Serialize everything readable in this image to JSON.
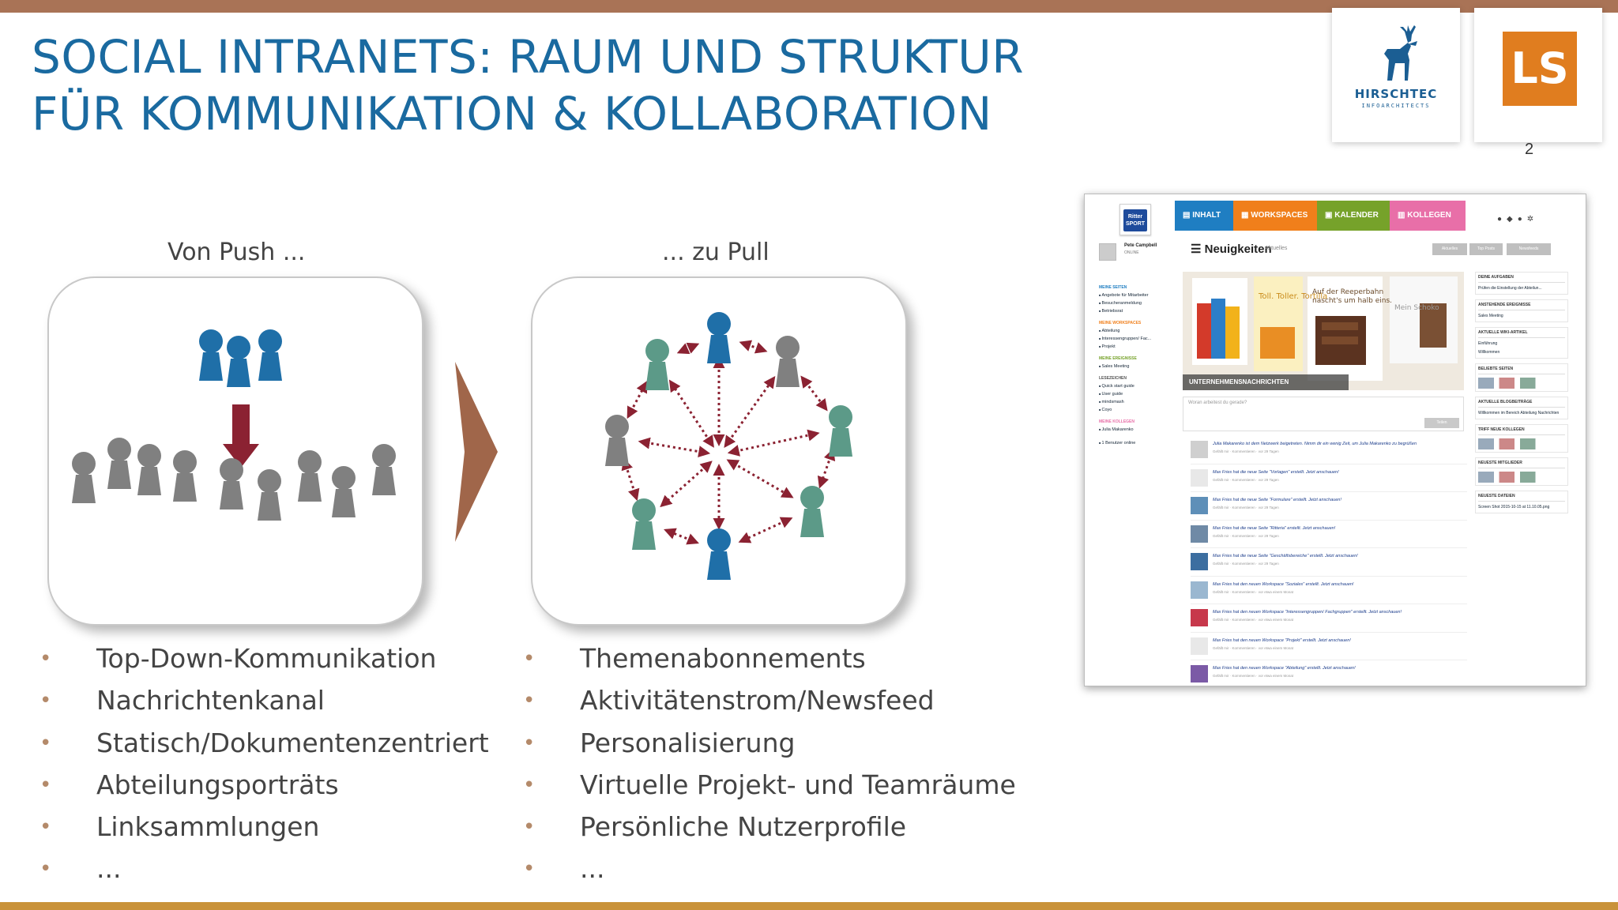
{
  "title": {
    "line1": "SOCIAL INTRANETS: RAUM UND STRUKTUR",
    "line2": "FÜR KOMMUNIKATION & KOLLABORATION"
  },
  "logos": {
    "hirschtec_name": "HIRSCHTEC",
    "hirschtec_sub": "INFOARCHITECTS",
    "ls_text": "LS"
  },
  "page_number": "2",
  "colors": {
    "title_blue": "#1a6aa0",
    "top_bar": "#a97356",
    "bottom_bar": "#c9923a",
    "figure_gray": "#808080",
    "figure_blue": "#1f6fa8",
    "figure_teal": "#5c9a88",
    "arrow_red": "#8b2232",
    "chevron": "#a0664a"
  },
  "push": {
    "caption": "Von Push ...",
    "bullets": [
      "Top-Down-Kommunikation",
      "Nachrichtenkanal",
      "Statisch/Dokumentenzentriert",
      "Abteilungsporträts",
      "Linksammlungen",
      "..."
    ]
  },
  "pull": {
    "caption": "... zu Pull",
    "bullets": [
      "Themenabonnements",
      "Aktivitätenstrom/Newsfeed",
      "Personalisierung",
      "Virtuelle Projekt- und Teamräume",
      "Persönliche Nutzerprofile",
      "..."
    ]
  },
  "screenshot": {
    "brand": "Ritter SPORT",
    "nav": [
      "INHALT",
      "WORKSPACES",
      "KALENDER",
      "KOLLEGEN"
    ],
    "nav_colors": [
      "#1f7ec2",
      "#f07f1b",
      "#76a22a",
      "#e86fa8"
    ],
    "nav_icons": [
      "book-icon",
      "grid-icon",
      "calendar-icon",
      "people-icon"
    ],
    "toolbar_icons": [
      "user-icon",
      "chat-icon",
      "speech-icon",
      "gear-icon"
    ],
    "user": {
      "name": "Pete Campbell",
      "status": "ONLINE"
    },
    "sidebar": [
      {
        "title": "MEINE SEITEN",
        "color": "#1f7ec2",
        "items": [
          "Angebote für Mitarbeiter",
          "Besucheranmeldung",
          "Betriebsrat"
        ]
      },
      {
        "title": "MEINE WORKSPACES",
        "color": "#f07f1b",
        "items": [
          "Abteilung",
          "Interessengruppen/ Fac...",
          "Projekt"
        ]
      },
      {
        "title": "MEINE EREIGNISSE",
        "color": "#76a22a",
        "items": [
          "Sales Meeting"
        ]
      },
      {
        "title": "LESEZEICHEN",
        "color": "#555555",
        "items": [
          "Quick start guide",
          "User guide",
          "mindsmash",
          "Coyo"
        ]
      },
      {
        "title": "MEINE KOLLEGEN",
        "color": "#e86fa8",
        "items": [
          "Julia Makarenko"
        ]
      },
      {
        "title": "",
        "color": "#555555",
        "items": [
          "1 Benutzer online"
        ]
      }
    ],
    "main_title": "Neuigkeiten",
    "main_subtitle": "Aktuelles",
    "header_buttons": [
      "Aktuelles",
      "Top Posts",
      "Newsfeeds"
    ],
    "banner": {
      "label": "UNTERNEHMENSNACHRICHTEN",
      "text1": "Toll. Toller. Tortilla",
      "text2": "Auf der Reeperbahn nascht's um halb eins.",
      "text3": "Mein Schoko"
    },
    "post_placeholder": "Woran arbeitest du gerade?",
    "post_button": "Teilen",
    "feed": [
      {
        "text": "Julia Makarenko ist dem Netzwerk beigetreten. Nimm dir ein wenig Zeit, um Julia Makarenko zu begrüßen",
        "meta": "Gefällt mir · Kommentieren · vor 29 Tagen"
      },
      {
        "text": "Max Fries hat die neue Seite \"Vorlagen\" erstellt. Jetzt anschauen!",
        "meta": "Gefällt mir · Kommentieren · vor 29 Tagen"
      },
      {
        "text": "Max Fries hat die neue Seite \"Formulare\" erstellt. Jetzt anschauen!",
        "meta": "Gefällt mir · Kommentieren · vor 29 Tagen"
      },
      {
        "text": "Max Fries hat die neue Seite \"Ritteria\" erstellt. Jetzt anschauen!",
        "meta": "Gefällt mir · Kommentieren · vor 29 Tagen"
      },
      {
        "text": "Max Fries hat die neue Seite \"Geschäftsbereiche\" erstellt. Jetzt anschauen!",
        "meta": "Gefällt mir · Kommentieren · vor 29 Tagen"
      },
      {
        "text": "Max Fries hat den neuen Workspace \"Soziales\" erstellt. Jetzt anschauen!",
        "meta": "Gefällt mir · Kommentieren · vor etwa einem Monat"
      },
      {
        "text": "Max Fries hat den neuen Workspace \"Interessengruppen/ Fachgruppen\" erstellt. Jetzt anschauen!",
        "meta": "Gefällt mir · Kommentieren · vor etwa einem Monat"
      },
      {
        "text": "Max Fries hat den neuen Workspace \"Projekt\" erstellt. Jetzt anschauen!",
        "meta": "Gefällt mir · Kommentieren · vor etwa einem Monat"
      },
      {
        "text": "Max Fries hat den neuen Workspace \"Abteilung\" erstellt. Jetzt anschauen!",
        "meta": "Gefällt mir · Kommentieren · vor etwa einem Monat"
      }
    ],
    "widgets": [
      {
        "title": "DEINE AUFGABEN",
        "items": [
          "Prüfen die Einstellung der Abteilun..."
        ]
      },
      {
        "title": "ANSTEHENDE EREIGNISSE",
        "items": [
          "Sales Meeting"
        ]
      },
      {
        "title": "AKTUELLE WIKI-ARTIKEL",
        "items": [
          "Einführung",
          "Willkommen"
        ]
      },
      {
        "title": "BELIEBTE SEITEN",
        "items": []
      },
      {
        "title": "AKTUELLE BLOGBEITRÄGE",
        "items": [
          "Willkommen im Bereich Abteilung Nachrichten"
        ]
      },
      {
        "title": "TRIFF NEUE KOLLEGEN",
        "items": []
      },
      {
        "title": "NEUESTE MITGLIEDER",
        "items": []
      },
      {
        "title": "NEUESTE DATEIEN",
        "items": [
          "Screen Shot 2015-10-15 at 11.10.05.png"
        ]
      }
    ]
  }
}
